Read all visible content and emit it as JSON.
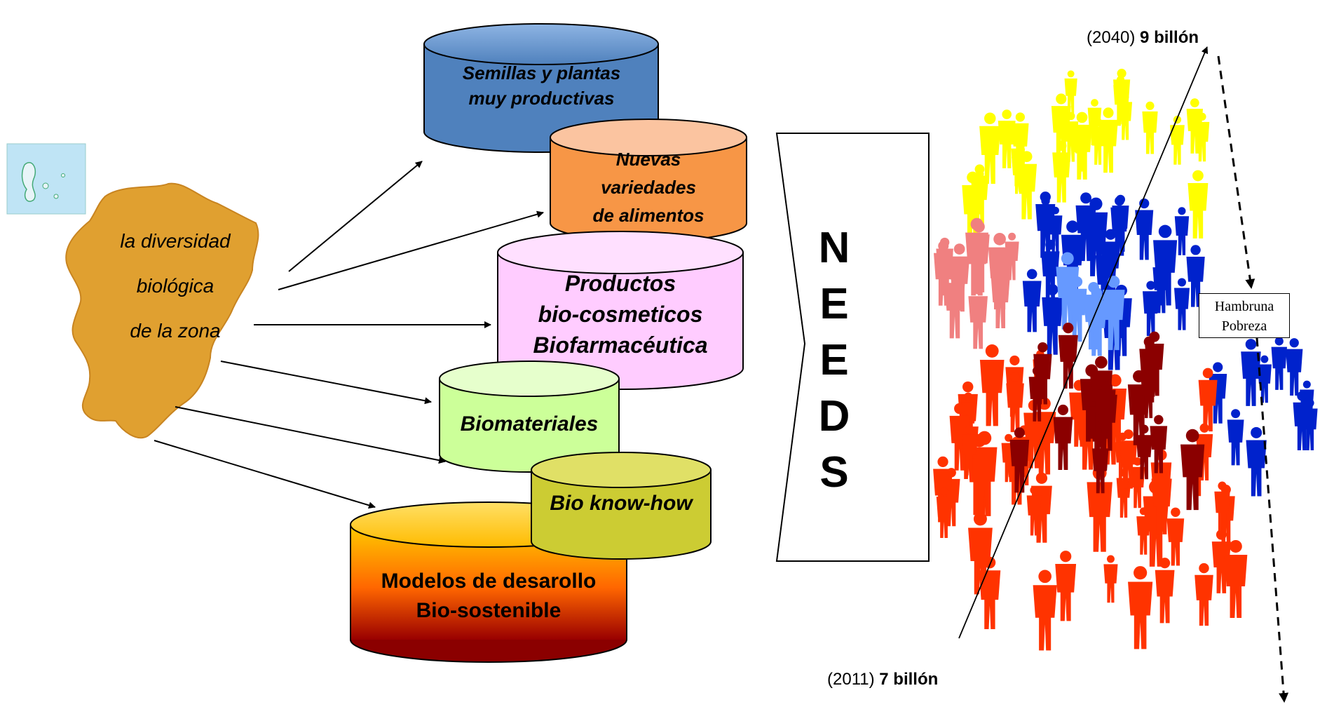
{
  "region": {
    "lines": [
      "la diversidad",
      "biológica",
      "de la zona"
    ]
  },
  "cylinders": [
    {
      "id": "semillas",
      "lines": [
        "Semillas y plantas",
        "muy productivas"
      ],
      "color": "#4f81bd"
    },
    {
      "id": "nuevas",
      "lines": [
        "Nuevas",
        "variedades",
        "de alimentos"
      ],
      "color": "#f79646"
    },
    {
      "id": "productos",
      "lines": [
        "Productos",
        "bio-cosmeticos",
        "Biofarmacéutica"
      ],
      "color": "#ffccff"
    },
    {
      "id": "biomateriales",
      "lines": [
        "Biomateriales"
      ],
      "color": "#ccff99"
    },
    {
      "id": "knowhow",
      "lines": [
        "Bio know-how"
      ],
      "color": "#cccc33"
    },
    {
      "id": "modelos",
      "lines": [
        "Modelos de desarollo",
        "Bio-sostenible"
      ],
      "color": "#ff6600"
    }
  ],
  "needs": {
    "letters": [
      "N",
      "E",
      "E",
      "D",
      "S"
    ]
  },
  "population": {
    "top_year": "(2040)",
    "top_value": "9 billón",
    "bottom_year": "(2011)",
    "bottom_value": "7 billón"
  },
  "callout": {
    "line1": "Hambruna",
    "line2": "Pobreza"
  },
  "colors": {
    "ecuador": "#e0a030",
    "people_yellow": "#ffff00",
    "people_blue": "#0022cc",
    "people_red": "#ff3300",
    "people_darkred": "#8b0000",
    "people_pink": "#f08080"
  }
}
